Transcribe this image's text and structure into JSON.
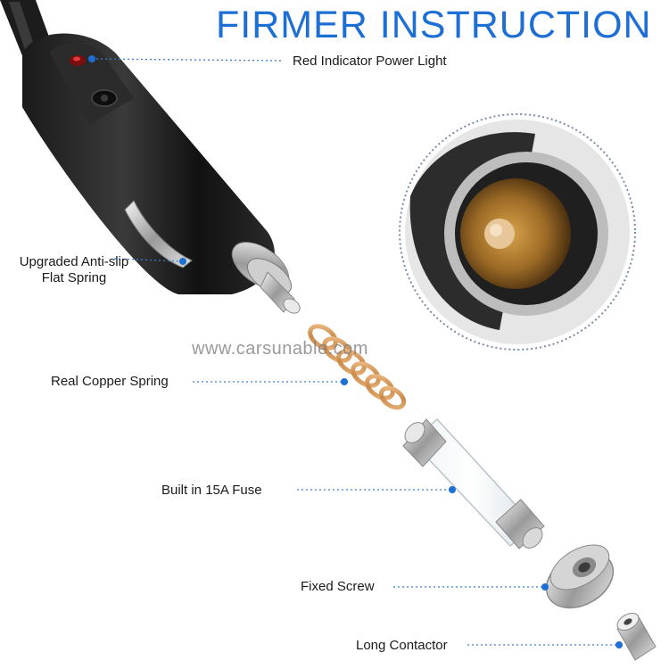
{
  "title": "FIRMER INSTRUCTION",
  "watermark": "www.carsunable.com",
  "colors": {
    "accent": "#1d6fd4",
    "leader": "#3b7fd1"
  },
  "labels": {
    "red_light": "Red Indicator Power Light",
    "spring_flat_line1": "Upgraded Anti-slip",
    "spring_flat_line2": "Flat Spring",
    "copper_spring": "Real Copper Spring",
    "fuse": "Built in 15A Fuse",
    "screw": "Fixed Screw",
    "contactor": "Long Contactor"
  }
}
